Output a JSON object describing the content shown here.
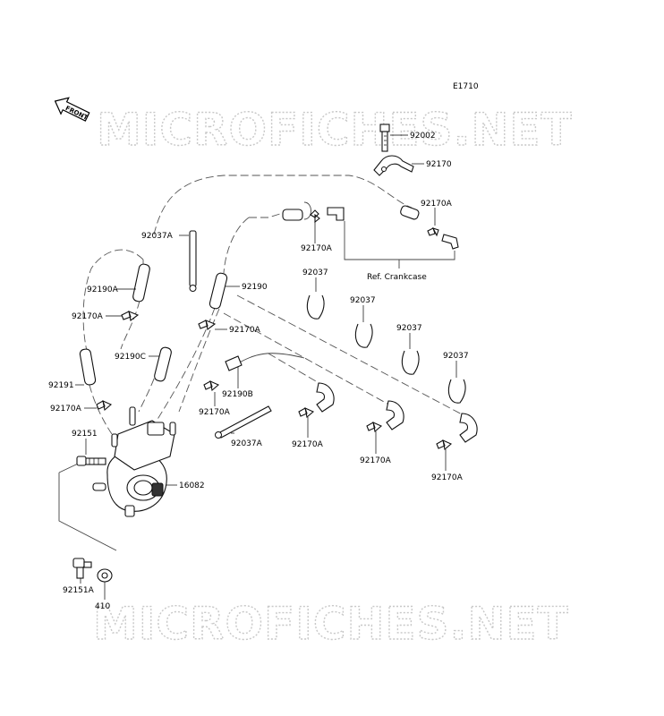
{
  "figure_code": "E1710",
  "front_label": "FRONT",
  "watermark_top": "MICROFICHES.NET",
  "watermark_bottom": "MICROFICHES.NET",
  "ref_note": "Ref. Crankcase",
  "labels": {
    "p92002": "92002",
    "p92170": "92170",
    "p92170A_top": "92170A",
    "p92170A_mid": "92170A",
    "p92037A_top": "92037A",
    "p92190A": "92190A",
    "p92190": "92190",
    "p92037_1": "92037",
    "p92037_2": "92037",
    "p92037_3": "92037",
    "p92037_4": "92037",
    "p92170A_left": "92170A",
    "p92170A_c": "92170A",
    "p92190C": "92190C",
    "p92191": "92191",
    "p92190B": "92190B",
    "p92170A_l2": "92170A",
    "p92170A_c2": "92170A",
    "p92037A_bot": "92037A",
    "p92170A_b1": "92170A",
    "p92170A_b2": "92170A",
    "p92170A_b3": "92170A",
    "p92151": "92151",
    "p16082": "16082",
    "p92151A": "92151A",
    "p410": "410"
  }
}
